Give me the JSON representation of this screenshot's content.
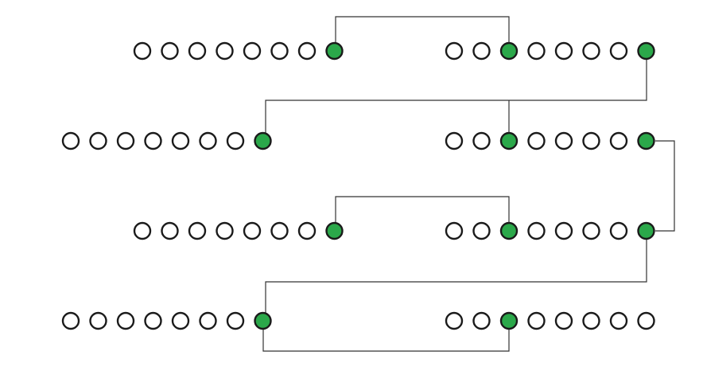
{
  "colors": {
    "background": "#ffffff",
    "filled_node": "#2ba84a",
    "node_outline": "#1a1a1a",
    "connector": "#333333"
  },
  "rows": [
    {
      "groups": [
        {
          "side": "left",
          "count": 8,
          "filled_index": 7
        },
        {
          "side": "right",
          "count": 8,
          "filled_indices": [
            2,
            7
          ]
        }
      ]
    },
    {
      "groups": [
        {
          "side": "left",
          "count": 8,
          "filled_index": 7
        },
        {
          "side": "right",
          "count": 8,
          "filled_indices": [
            2,
            7
          ]
        }
      ]
    },
    {
      "groups": [
        {
          "side": "left",
          "count": 8,
          "filled_index": 7
        },
        {
          "side": "right",
          "count": 8,
          "filled_indices": [
            2,
            7
          ]
        }
      ]
    },
    {
      "groups": [
        {
          "side": "left",
          "count": 8,
          "filled_index": 7
        },
        {
          "side": "right",
          "count": 8,
          "filled_indices": [
            2
          ]
        }
      ]
    }
  ]
}
